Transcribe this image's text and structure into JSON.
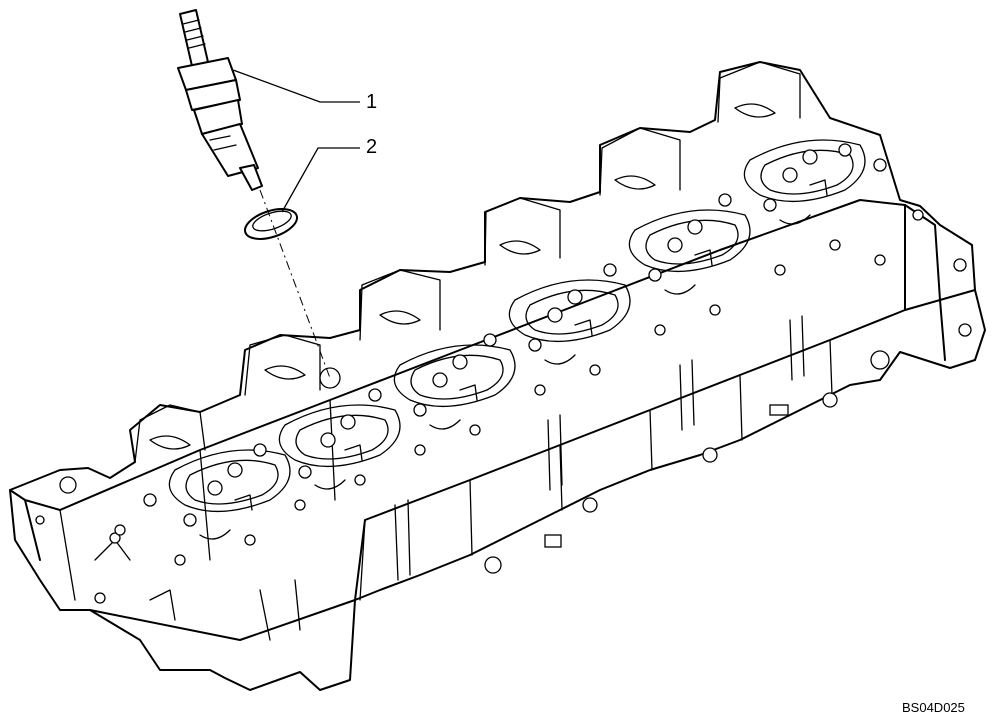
{
  "callouts": [
    {
      "label": "1"
    },
    {
      "label": "2"
    }
  ],
  "reference_code": "BS04D025"
}
